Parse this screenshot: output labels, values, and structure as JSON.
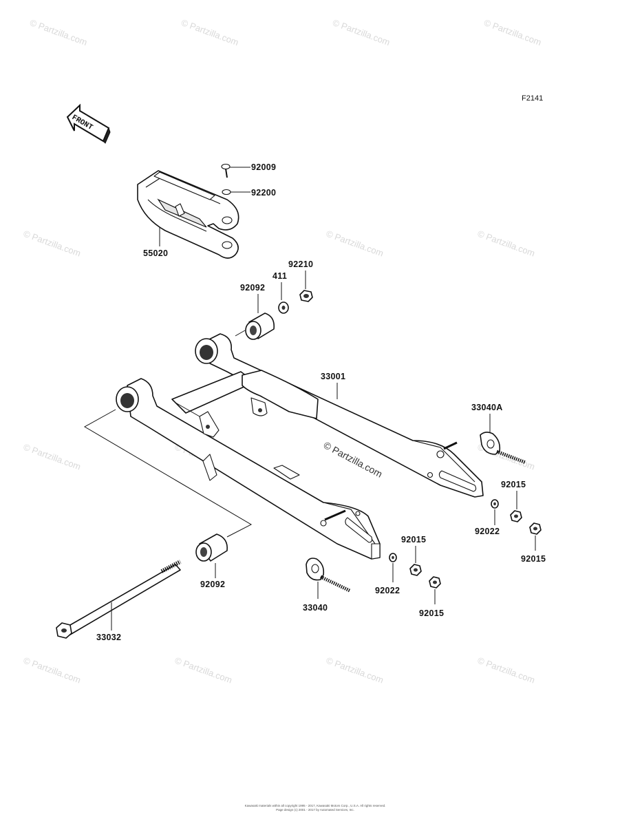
{
  "figure_code": "F2141",
  "front_label": "FRONT",
  "watermark": "© Partzilla.com",
  "copyright_lines": [
    "Kawasaki materials within all copyright 1995 - 2017, Kawasaki Motors Corp., U.S.A. All rights reserved.",
    "Page design (c) 2001 - 2017 by Automated Services, Inc."
  ],
  "parts": {
    "p92009": "92009",
    "p92200": "92200",
    "p55020": "55020",
    "p92210": "92210",
    "p411": "411",
    "p92092_top": "92092",
    "p33001": "33001",
    "p33040A": "33040A",
    "p92015_r1": "92015",
    "p92022_r": "92022",
    "p92015_r2": "92015",
    "p92015_m1": "92015",
    "p92022_m": "92022",
    "p92015_m2": "92015",
    "p33040": "33040",
    "p92092_bot": "92092",
    "p33032": "33032"
  }
}
